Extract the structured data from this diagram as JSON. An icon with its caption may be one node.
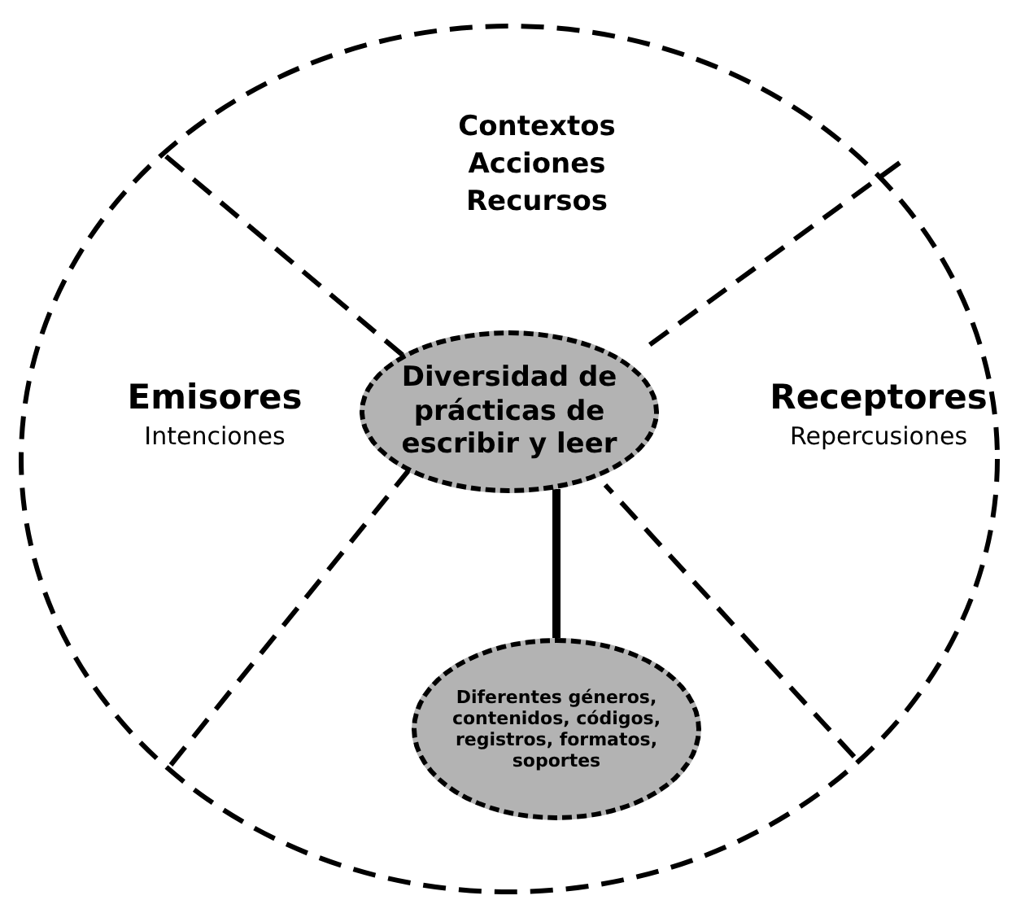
{
  "diagram": {
    "nodes": [
      {
        "text": [
          "Diversidad de prácticas de escribir y leer"
        ]
      },
      {
        "text": [
          "Diferentes géneros, contenidos, códigos, registros, formatos, soportes"
        ]
      }
    ],
    "edges": [
      {
        "from": 0,
        "to": 1,
        "arrow": "none"
      }
    ],
    "labels": [
      "Contextos",
      "Acciones",
      "Recursos",
      "Emisores",
      "Intenciones",
      "Receptores",
      "Repercusiones"
    ]
  }
}
